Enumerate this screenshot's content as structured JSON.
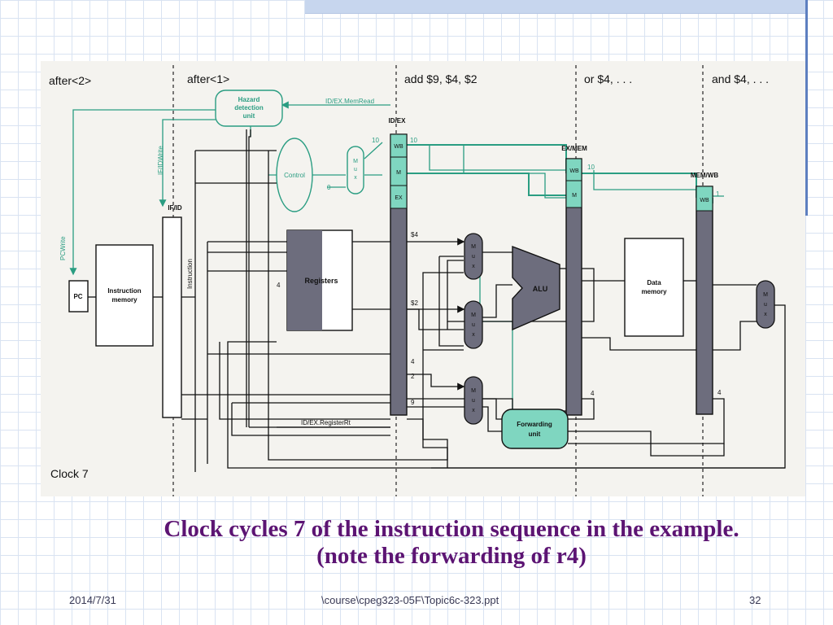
{
  "diagram": {
    "stage_labels": [
      "after<2>",
      "after<1>",
      "add $9, $4, $2",
      "or $4, . . .",
      "and $4, . . ."
    ],
    "clock_label": "Clock 7",
    "units": {
      "hazard": [
        "Hazard",
        "detection",
        "unit"
      ],
      "control": "Control",
      "mux": [
        "M",
        "u",
        "x"
      ],
      "pc": "PC",
      "instruction_memory": [
        "Instruction",
        "memory"
      ],
      "registers": "Registers",
      "alu": "ALU",
      "data_memory": [
        "Data",
        "memory"
      ],
      "forwarding": [
        "Forwarding",
        "unit"
      ],
      "instruction_bus": "Instruction"
    },
    "pipeline_registers": {
      "if_id": "IF/ID",
      "id_ex": "ID/EX",
      "ex_mem": "EX/MEM",
      "mem_wb": "MEM/WB",
      "fields": [
        "WB",
        "M",
        "EX"
      ]
    },
    "signals": {
      "id_ex_memread": "ID/EX.MemRead",
      "if_id_write": "IF/IDWrite",
      "pc_write": "PCWrite",
      "id_ex_registerrt": "ID/EX.RegisterRt",
      "zero": "0"
    },
    "values": {
      "ctrl_wb": "10",
      "ctrl_wb_idex": "10",
      "ctrl_wb_exmem": "10",
      "ctrl_wb_memwb": "1",
      "reg_in": "4",
      "rs_val": "$4",
      "rt_val": "$2",
      "rs_num": "4",
      "rt_num": "2",
      "rd_num": "9",
      "exmem_rd": "4",
      "memwb_rd": "4"
    }
  },
  "caption": {
    "line1": "Clock cycles 7 of the instruction sequence in the example.",
    "line2": "(note the forwarding of r4)"
  },
  "footer": {
    "date": "2014/7/31",
    "path": "\\course\\cpeg323-05F\\Topic6c-323.ppt",
    "page": "32"
  },
  "colors": {
    "accent_teal": "#2a9d82",
    "teal_fill": "#7fd6c0",
    "caption_purple": "#5c1473",
    "dark_gray": "#6d6d7d"
  }
}
